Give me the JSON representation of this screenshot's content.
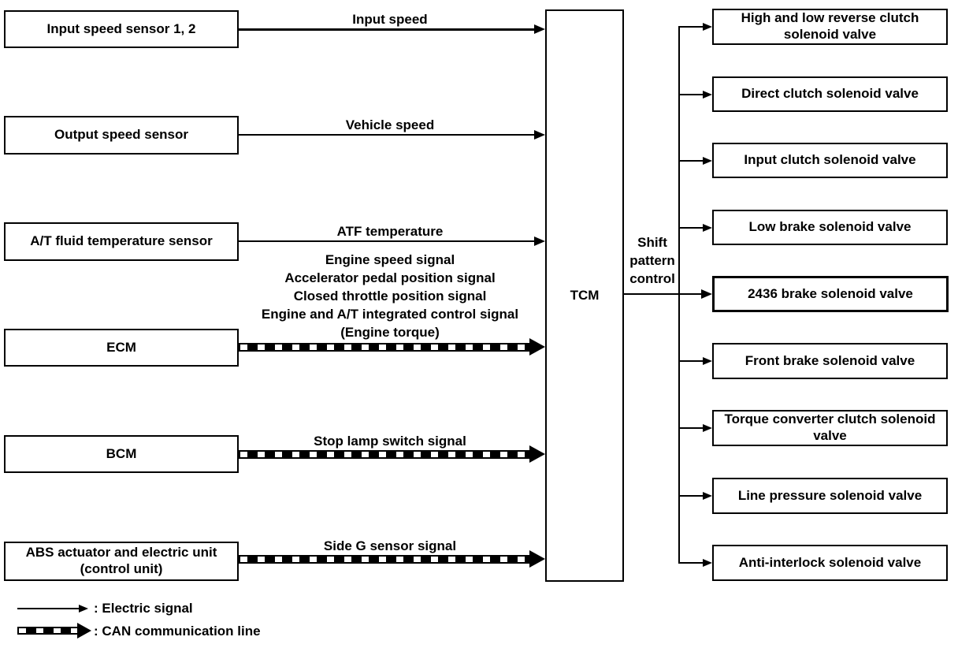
{
  "diagram": {
    "inputs": [
      {
        "box": "Input speed sensor 1, 2",
        "signal": "Input speed",
        "line_type": "electric"
      },
      {
        "box": "Output speed sensor",
        "signal": "Vehicle speed",
        "line_type": "electric"
      },
      {
        "box": "A/T fluid temperature sensor",
        "signal": "ATF temperature",
        "line_type": "electric"
      },
      {
        "box": "ECM",
        "signals": [
          "Engine speed signal",
          "Accelerator pedal position signal",
          "Closed throttle position signal",
          "Engine and A/T integrated control signal",
          "(Engine torque)"
        ],
        "line_type": "can"
      },
      {
        "box": "BCM",
        "signal": "Stop lamp switch signal",
        "line_type": "can"
      },
      {
        "box": "ABS actuator and electric unit (control unit)",
        "signal": "Side G sensor signal",
        "line_type": "can"
      }
    ],
    "controller": {
      "label": "TCM"
    },
    "output_control_label": "Shift pattern control",
    "outputs": [
      "High and low reverse clutch solenoid valve",
      "Direct clutch solenoid valve",
      "Input clutch solenoid valve",
      "Low brake solenoid valve",
      "2436 brake solenoid valve",
      "Front brake solenoid valve",
      "Torque converter clutch solenoid valve",
      "Line pressure solenoid valve",
      "Anti-interlock solenoid valve"
    ],
    "legend": [
      {
        "line_type": "electric",
        "label": ": Electric signal"
      },
      {
        "line_type": "can",
        "label": ": CAN communication line"
      }
    ],
    "colors": {
      "line": "#000000",
      "background": "#ffffff"
    }
  }
}
